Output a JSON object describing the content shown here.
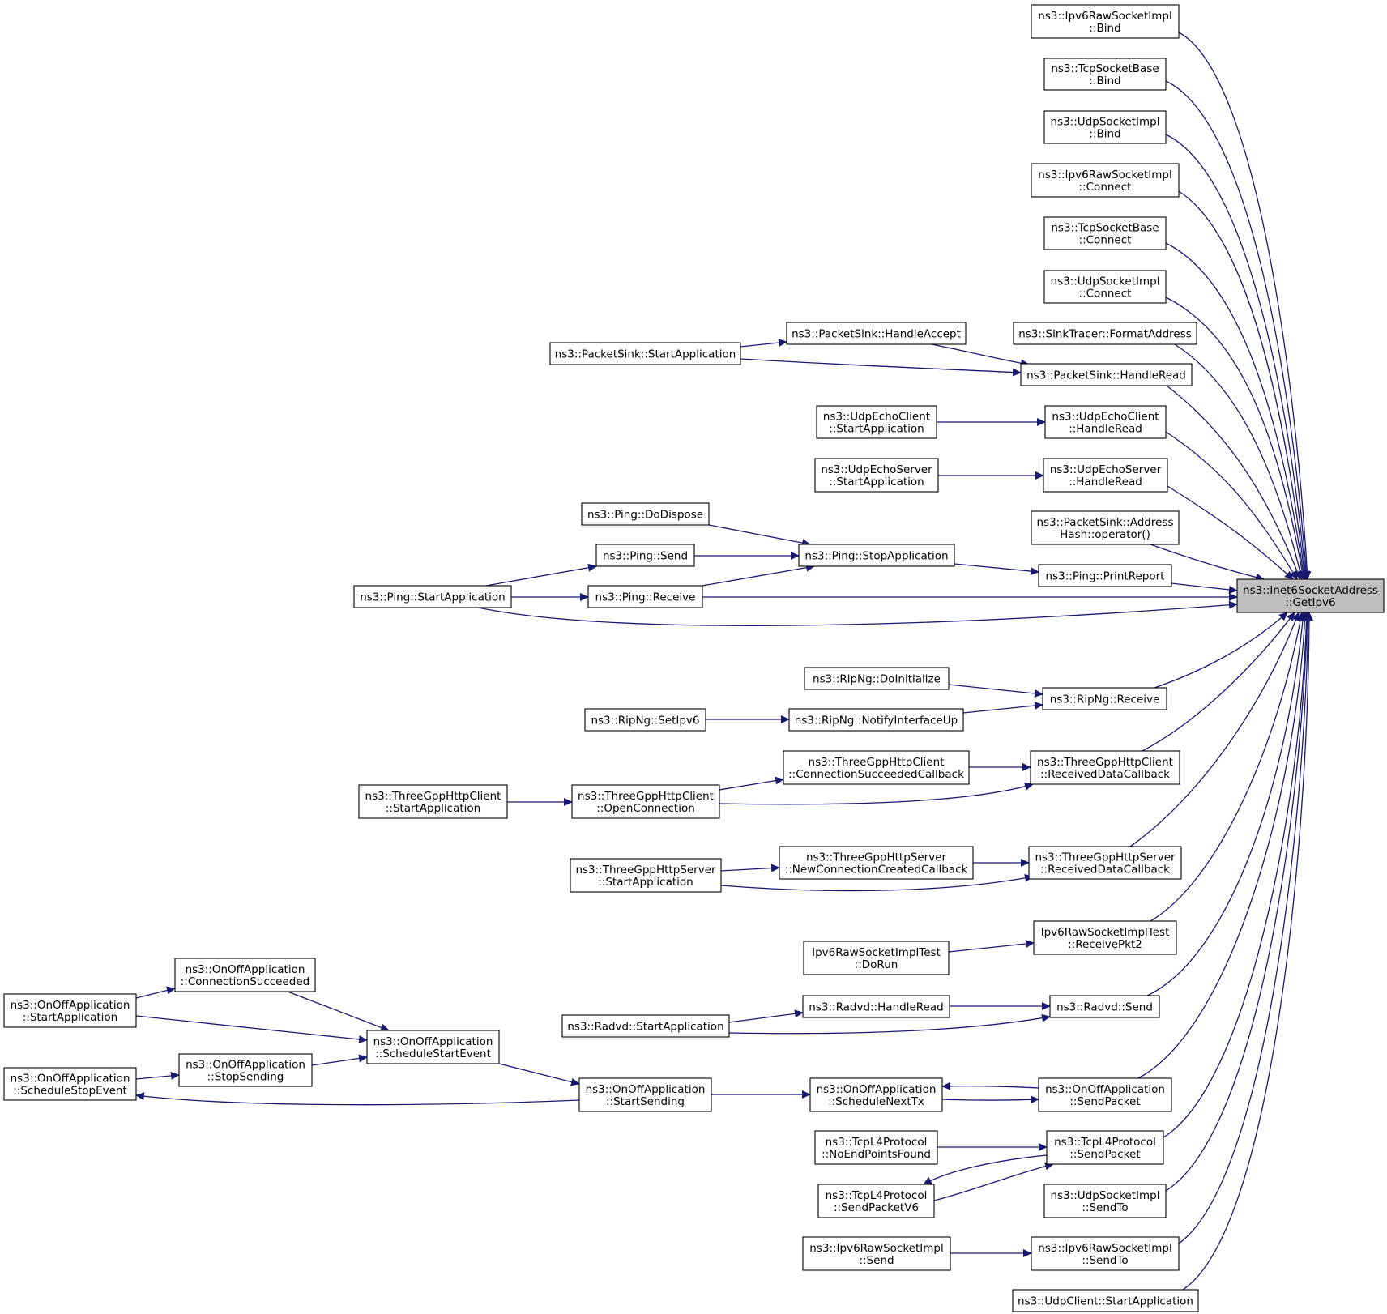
{
  "diagram": {
    "focus": "n_focus",
    "colors": {
      "edge": "#191970",
      "node_border": "#000000",
      "node_fill": "#ffffff",
      "focus_fill": "#bfbfbf"
    },
    "nodes": [
      {
        "id": "n_focus",
        "lines": [
          "ns3::Inet6SocketAddress",
          "::GetIpv6"
        ]
      },
      {
        "id": "n_raw_bind",
        "lines": [
          "ns3::Ipv6RawSocketImpl",
          "::Bind"
        ]
      },
      {
        "id": "n_tcp_bind",
        "lines": [
          "ns3::TcpSocketBase",
          "::Bind"
        ]
      },
      {
        "id": "n_udp_bind",
        "lines": [
          "ns3::UdpSocketImpl",
          "::Bind"
        ]
      },
      {
        "id": "n_raw_connect",
        "lines": [
          "ns3::Ipv6RawSocketImpl",
          "::Connect"
        ]
      },
      {
        "id": "n_tcp_connect",
        "lines": [
          "ns3::TcpSocketBase",
          "::Connect"
        ]
      },
      {
        "id": "n_udp_connect",
        "lines": [
          "ns3::UdpSocketImpl",
          "::Connect"
        ]
      },
      {
        "id": "n_sinktracer",
        "lines": [
          "ns3::SinkTracer::FormatAddress"
        ]
      },
      {
        "id": "n_ps_handleaccept",
        "lines": [
          "ns3::PacketSink::HandleAccept"
        ]
      },
      {
        "id": "n_ps_start",
        "lines": [
          "ns3::PacketSink::StartApplication"
        ]
      },
      {
        "id": "n_ps_handleread",
        "lines": [
          "ns3::PacketSink::HandleRead"
        ]
      },
      {
        "id": "n_uec_start",
        "lines": [
          "ns3::UdpEchoClient",
          "::StartApplication"
        ]
      },
      {
        "id": "n_uec_read",
        "lines": [
          "ns3::UdpEchoClient",
          "::HandleRead"
        ]
      },
      {
        "id": "n_ues_start",
        "lines": [
          "ns3::UdpEchoServer",
          "::StartApplication"
        ]
      },
      {
        "id": "n_ues_read",
        "lines": [
          "ns3::UdpEchoServer",
          "::HandleRead"
        ]
      },
      {
        "id": "n_ps_hash",
        "lines": [
          "ns3::PacketSink::Address",
          "Hash::operator()"
        ]
      },
      {
        "id": "n_ping_dispose",
        "lines": [
          "ns3::Ping::DoDispose"
        ]
      },
      {
        "id": "n_ping_send",
        "lines": [
          "ns3::Ping::Send"
        ]
      },
      {
        "id": "n_ping_stop",
        "lines": [
          "ns3::Ping::StopApplication"
        ]
      },
      {
        "id": "n_ping_print",
        "lines": [
          "ns3::Ping::PrintReport"
        ]
      },
      {
        "id": "n_ping_start",
        "lines": [
          "ns3::Ping::StartApplication"
        ]
      },
      {
        "id": "n_ping_receive",
        "lines": [
          "ns3::Ping::Receive"
        ]
      },
      {
        "id": "n_rip_init",
        "lines": [
          "ns3::RipNg::DoInitialize"
        ]
      },
      {
        "id": "n_rip_receive",
        "lines": [
          "ns3::RipNg::Receive"
        ]
      },
      {
        "id": "n_rip_setipv6",
        "lines": [
          "ns3::RipNg::SetIpv6"
        ]
      },
      {
        "id": "n_rip_ifup",
        "lines": [
          "ns3::RipNg::NotifyInterfaceUp"
        ]
      },
      {
        "id": "n_hc_connsucc",
        "lines": [
          "ns3::ThreeGppHttpClient",
          "::ConnectionSucceededCallback"
        ]
      },
      {
        "id": "n_hc_recv",
        "lines": [
          "ns3::ThreeGppHttpClient",
          "::ReceivedDataCallback"
        ]
      },
      {
        "id": "n_hc_start",
        "lines": [
          "ns3::ThreeGppHttpClient",
          "::StartApplication"
        ]
      },
      {
        "id": "n_hc_open",
        "lines": [
          "ns3::ThreeGppHttpClient",
          "::OpenConnection"
        ]
      },
      {
        "id": "n_hs_start",
        "lines": [
          "ns3::ThreeGppHttpServer",
          "::StartApplication"
        ]
      },
      {
        "id": "n_hs_newconn",
        "lines": [
          "ns3::ThreeGppHttpServer",
          "::NewConnectionCreatedCallback"
        ]
      },
      {
        "id": "n_hs_recv",
        "lines": [
          "ns3::ThreeGppHttpServer",
          "::ReceivedDataCallback"
        ]
      },
      {
        "id": "n_rawtest_dorun",
        "lines": [
          "Ipv6RawSocketImplTest",
          "::DoRun"
        ]
      },
      {
        "id": "n_rawtest_recv",
        "lines": [
          "Ipv6RawSocketImplTest",
          "::ReceivePkt2"
        ]
      },
      {
        "id": "n_oo_connsucc",
        "lines": [
          "ns3::OnOffApplication",
          "::ConnectionSucceeded"
        ]
      },
      {
        "id": "n_oo_startapp",
        "lines": [
          "ns3::OnOffApplication",
          "::StartApplication"
        ]
      },
      {
        "id": "n_oo_sched_start",
        "lines": [
          "ns3::OnOffApplication",
          "::ScheduleStartEvent"
        ]
      },
      {
        "id": "n_oo_sched_stop",
        "lines": [
          "ns3::OnOffApplication",
          "::ScheduleStopEvent"
        ]
      },
      {
        "id": "n_oo_stopsending",
        "lines": [
          "ns3::OnOffApplication",
          "::StopSending"
        ]
      },
      {
        "id": "n_oo_startsending",
        "lines": [
          "ns3::OnOffApplication",
          "::StartSending"
        ]
      },
      {
        "id": "n_oo_sched_nexttx",
        "lines": [
          "ns3::OnOffApplication",
          "::ScheduleNextTx"
        ]
      },
      {
        "id": "n_oo_sendpacket",
        "lines": [
          "ns3::OnOffApplication",
          "::SendPacket"
        ]
      },
      {
        "id": "n_radvd_start",
        "lines": [
          "ns3::Radvd::StartApplication"
        ]
      },
      {
        "id": "n_radvd_read",
        "lines": [
          "ns3::Radvd::HandleRead"
        ]
      },
      {
        "id": "n_radvd_send",
        "lines": [
          "ns3::Radvd::Send"
        ]
      },
      {
        "id": "n_tcp4_noep",
        "lines": [
          "ns3::TcpL4Protocol",
          "::NoEndPointsFound"
        ]
      },
      {
        "id": "n_tcp4_send",
        "lines": [
          "ns3::TcpL4Protocol",
          "::SendPacket"
        ]
      },
      {
        "id": "n_tcp4_sendv6",
        "lines": [
          "ns3::TcpL4Protocol",
          "::SendPacketV6"
        ]
      },
      {
        "id": "n_udp_sendto",
        "lines": [
          "ns3::UdpSocketImpl",
          "::SendTo"
        ]
      },
      {
        "id": "n_raw_send",
        "lines": [
          "ns3::Ipv6RawSocketImpl",
          "::Send"
        ]
      },
      {
        "id": "n_raw_sendto",
        "lines": [
          "ns3::Ipv6RawSocketImpl",
          "::SendTo"
        ]
      },
      {
        "id": "n_udpclient_start",
        "lines": [
          "ns3::UdpClient::StartApplication"
        ]
      }
    ],
    "edges": [
      {
        "from": "n_raw_bind",
        "to": "n_focus"
      },
      {
        "from": "n_tcp_bind",
        "to": "n_focus"
      },
      {
        "from": "n_udp_bind",
        "to": "n_focus"
      },
      {
        "from": "n_raw_connect",
        "to": "n_focus"
      },
      {
        "from": "n_tcp_connect",
        "to": "n_focus"
      },
      {
        "from": "n_udp_connect",
        "to": "n_focus"
      },
      {
        "from": "n_sinktracer",
        "to": "n_focus"
      },
      {
        "from": "n_ps_handleread",
        "to": "n_focus"
      },
      {
        "from": "n_uec_read",
        "to": "n_focus"
      },
      {
        "from": "n_ues_read",
        "to": "n_focus"
      },
      {
        "from": "n_ps_hash",
        "to": "n_focus"
      },
      {
        "from": "n_ping_print",
        "to": "n_focus"
      },
      {
        "from": "n_ping_receive",
        "to": "n_focus"
      },
      {
        "from": "n_ping_start",
        "to": "n_focus"
      },
      {
        "from": "n_rip_receive",
        "to": "n_focus"
      },
      {
        "from": "n_hc_recv",
        "to": "n_focus"
      },
      {
        "from": "n_hs_recv",
        "to": "n_focus"
      },
      {
        "from": "n_rawtest_recv",
        "to": "n_focus"
      },
      {
        "from": "n_radvd_send",
        "to": "n_focus"
      },
      {
        "from": "n_oo_sendpacket",
        "to": "n_focus"
      },
      {
        "from": "n_tcp4_send",
        "to": "n_focus"
      },
      {
        "from": "n_udp_sendto",
        "to": "n_focus"
      },
      {
        "from": "n_raw_sendto",
        "to": "n_focus"
      },
      {
        "from": "n_udpclient_start",
        "to": "n_focus"
      },
      {
        "from": "n_ps_start",
        "to": "n_ps_handleaccept"
      },
      {
        "from": "n_ps_start",
        "to": "n_ps_handleread"
      },
      {
        "from": "n_ps_handleaccept",
        "to": "n_ps_handleread"
      },
      {
        "from": "n_uec_start",
        "to": "n_uec_read"
      },
      {
        "from": "n_ues_start",
        "to": "n_ues_read"
      },
      {
        "from": "n_ping_dispose",
        "to": "n_ping_stop"
      },
      {
        "from": "n_ping_send",
        "to": "n_ping_stop"
      },
      {
        "from": "n_ping_receive",
        "to": "n_ping_stop"
      },
      {
        "from": "n_ping_start",
        "to": "n_ping_send"
      },
      {
        "from": "n_ping_start",
        "to": "n_ping_receive"
      },
      {
        "from": "n_ping_stop",
        "to": "n_ping_print"
      },
      {
        "from": "n_rip_init",
        "to": "n_rip_receive"
      },
      {
        "from": "n_rip_ifup",
        "to": "n_rip_receive"
      },
      {
        "from": "n_rip_setipv6",
        "to": "n_rip_ifup"
      },
      {
        "from": "n_hc_connsucc",
        "to": "n_hc_recv"
      },
      {
        "from": "n_hc_open",
        "to": "n_hc_connsucc"
      },
      {
        "from": "n_hc_open",
        "to": "n_hc_recv"
      },
      {
        "from": "n_hc_start",
        "to": "n_hc_open"
      },
      {
        "from": "n_hs_start",
        "to": "n_hs_newconn"
      },
      {
        "from": "n_hs_start",
        "to": "n_hs_recv"
      },
      {
        "from": "n_hs_newconn",
        "to": "n_hs_recv"
      },
      {
        "from": "n_rawtest_dorun",
        "to": "n_rawtest_recv"
      },
      {
        "from": "n_oo_startapp",
        "to": "n_oo_connsucc"
      },
      {
        "from": "n_oo_startapp",
        "to": "n_oo_sched_start"
      },
      {
        "from": "n_oo_connsucc",
        "to": "n_oo_sched_start"
      },
      {
        "from": "n_oo_stopsending",
        "to": "n_oo_sched_start"
      },
      {
        "from": "n_oo_sched_stop",
        "to": "n_oo_stopsending"
      },
      {
        "from": "n_oo_sched_start",
        "to": "n_oo_startsending"
      },
      {
        "from": "n_oo_startsending",
        "to": "n_oo_sched_stop"
      },
      {
        "from": "n_oo_startsending",
        "to": "n_oo_sched_nexttx"
      },
      {
        "from": "n_oo_sched_nexttx",
        "to": "n_oo_sendpacket"
      },
      {
        "from": "n_oo_sendpacket",
        "to": "n_oo_sched_nexttx"
      },
      {
        "from": "n_radvd_start",
        "to": "n_radvd_read"
      },
      {
        "from": "n_radvd_start",
        "to": "n_radvd_send"
      },
      {
        "from": "n_radvd_read",
        "to": "n_radvd_send"
      },
      {
        "from": "n_tcp4_noep",
        "to": "n_tcp4_send"
      },
      {
        "from": "n_tcp4_sendv6",
        "to": "n_tcp4_send"
      },
      {
        "from": "n_tcp4_send",
        "to": "n_tcp4_sendv6"
      },
      {
        "from": "n_raw_send",
        "to": "n_raw_sendto"
      }
    ]
  }
}
